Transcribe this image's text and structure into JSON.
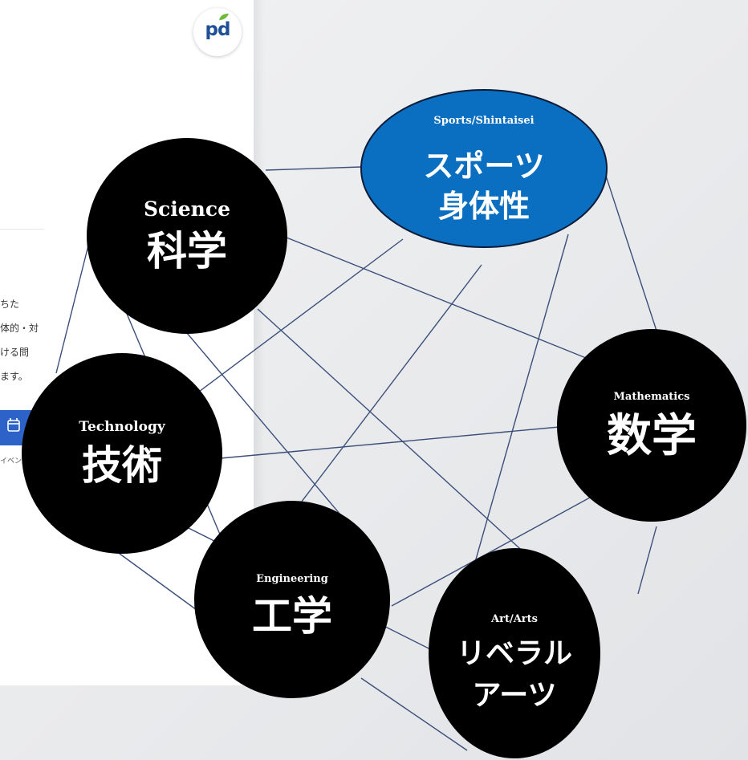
{
  "background": {
    "logo_text": "pd",
    "partial_lines": [
      "ちた",
      "体的・対",
      "ける問",
      "ます。"
    ],
    "calendar_label": "イベン"
  },
  "colors": {
    "node_fill": "#000000",
    "sports_fill": "#0b6fc1",
    "edge": "#3b4f7a",
    "text": "#ffffff"
  },
  "diagram": {
    "nodes": [
      {
        "id": "sports",
        "title": "Sports/Shintaisei",
        "jp": [
          "スポーツ",
          "身体性"
        ]
      },
      {
        "id": "science",
        "title": "Science",
        "jp": [
          "科学"
        ]
      },
      {
        "id": "technology",
        "title": "Technology",
        "jp": [
          "技術"
        ]
      },
      {
        "id": "engineering",
        "title": "Engineering",
        "jp": [
          "工学"
        ]
      },
      {
        "id": "art",
        "title": "Art/Arts",
        "jp": [
          "リベラル",
          "アーツ"
        ]
      },
      {
        "id": "mathematics",
        "title": "Mathematics",
        "jp": [
          "数学"
        ]
      }
    ],
    "edges": [
      [
        "science",
        "sports"
      ],
      [
        "science",
        "mathematics"
      ],
      [
        "science",
        "art"
      ],
      [
        "science",
        "engineering"
      ],
      [
        "science",
        "technology"
      ],
      [
        "sports",
        "technology"
      ],
      [
        "sports",
        "engineering"
      ],
      [
        "sports",
        "art"
      ],
      [
        "sports",
        "mathematics"
      ],
      [
        "technology",
        "mathematics"
      ],
      [
        "technology",
        "engineering"
      ],
      [
        "technology",
        "art"
      ],
      [
        "engineering",
        "art"
      ],
      [
        "engineering",
        "mathematics"
      ],
      [
        "mathematics",
        "art"
      ],
      [
        "art",
        "technology"
      ]
    ]
  }
}
